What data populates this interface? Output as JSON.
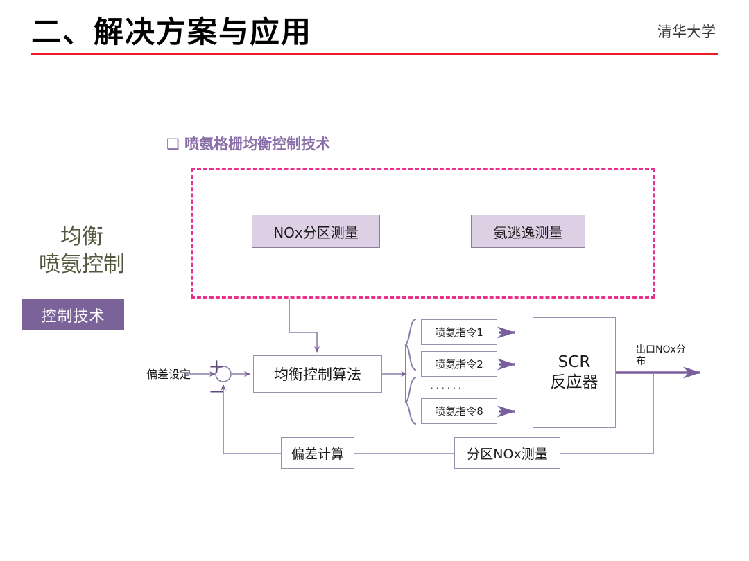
{
  "header": {
    "title": "二、解决方案与应用",
    "organization": "清华大学",
    "rule_color": "#ee1b24"
  },
  "left_panel": {
    "heading": "均衡\n喷氨控制",
    "badge_label": "控制技术",
    "badge_color": "#7b6399",
    "heading_color": "#57573f"
  },
  "section": {
    "subtitle": "❑ 喷氨格栅均衡控制技术",
    "subtitle_color": "#8a6fa8"
  },
  "diagram": {
    "dashed_group_color": "#e9308a",
    "measurement_boxes": [
      {
        "label": "NOx分区测量"
      },
      {
        "label": "氨逃逸测量"
      }
    ],
    "algorithm_box": "均衡控制算法",
    "setpoint_label": "偏差设定",
    "sum_plus": "＋",
    "sum_minus": "－",
    "command_boxes": [
      {
        "label": "喷氨指令1"
      },
      {
        "label": "喷氨指令2"
      },
      {
        "label": "喷氨指令8"
      }
    ],
    "ellipsis": "······",
    "reactor_box": "SCR\n反应器",
    "outlet_label": "出口NOx分布",
    "feedback_boxes": [
      {
        "label": "偏差计算"
      },
      {
        "label": "分区NOx测量"
      }
    ],
    "box_fill": "#ffffff",
    "box_border": "#9a8fae",
    "measure_fill": "#ded0e4",
    "wire_color": "#8d7fa8",
    "arrow_color": "#7a5f9e"
  }
}
